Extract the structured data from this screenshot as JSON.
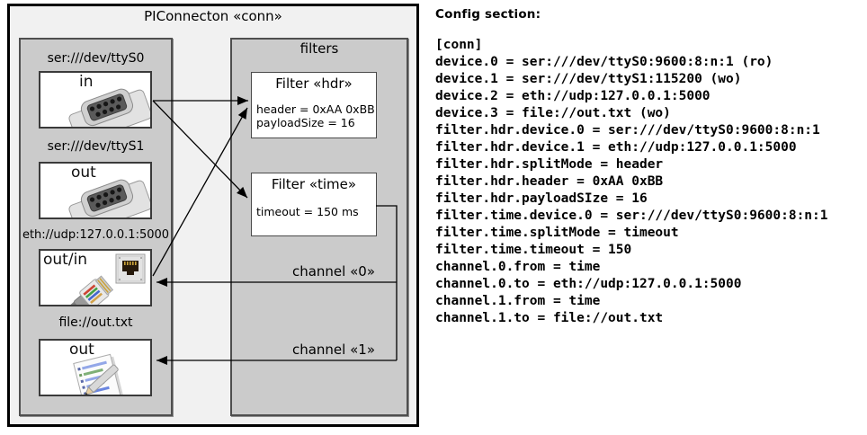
{
  "diagram": {
    "title": "PIConnecton «conn»",
    "filters_group_label": "filters",
    "devices": [
      {
        "url": "ser:///dev/ttyS0",
        "direction": "in",
        "icon": "serial-port-icon"
      },
      {
        "url": "ser:///dev/ttyS1",
        "direction": "out",
        "icon": "serial-port-icon"
      },
      {
        "url": "eth://udp:127.0.0.1:5000",
        "direction": "out/in",
        "icon": "ethernet-port-icon"
      },
      {
        "url": "file://out.txt",
        "direction": "out",
        "icon": "notepad-icon"
      }
    ],
    "filters": [
      {
        "title": "Filter «hdr»",
        "lines": [
          "header = 0xAA 0xBB",
          "payloadSize = 16"
        ]
      },
      {
        "title": "Filter «time»",
        "lines": [
          "timeout = 150 ms"
        ]
      }
    ],
    "channels": [
      {
        "label": "channel «0»"
      },
      {
        "label": "channel «1»"
      }
    ]
  },
  "config": {
    "heading": "Config section:",
    "text": "[conn]\ndevice.0 = ser:///dev/ttyS0:9600:8:n:1 (ro)\ndevice.1 = ser:///dev/ttyS1:115200 (wo)\ndevice.2 = eth://udp:127.0.0.1:5000\ndevice.3 = file://out.txt (wo)\nfilter.hdr.device.0 = ser:///dev/ttyS0:9600:8:n:1\nfilter.hdr.device.1 = eth://udp:127.0.0.1:5000\nfilter.hdr.splitMode = header\nfilter.hdr.header = 0xAA 0xBB\nfilter.hdr.payloadSIze = 16\nfilter.time.device.0 = ser:///dev/ttyS0:9600:8:n:1\nfilter.time.splitMode = timeout\nfilter.time.timeout = 150\nchannel.0.from = time\nchannel.0.to = eth://udp:127.0.0.1:5000\nchannel.1.from = time\nchannel.1.to = file://out.txt"
  },
  "colors": {
    "outer_background": "#f1f1f1",
    "group_background": "#cbcbcb",
    "box_background": "#ffffff",
    "line": "#000000"
  }
}
